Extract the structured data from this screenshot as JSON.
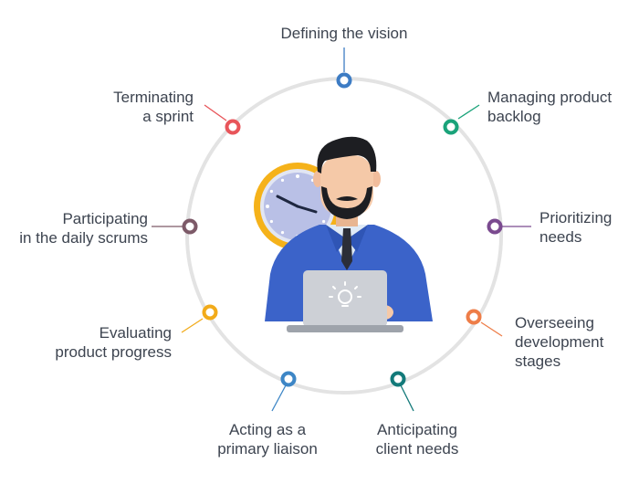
{
  "diagram": {
    "ring_color": "#e3e3e3",
    "nodes": [
      {
        "id": "vision",
        "label": "Defining the vision",
        "color": "#3d7cc4"
      },
      {
        "id": "backlog",
        "label": "Managing product\nbacklog",
        "color": "#1aa37a"
      },
      {
        "id": "prioritizing",
        "label": "Prioritizing\nneeds",
        "color": "#7a4a8f"
      },
      {
        "id": "overseeing",
        "label": "Overseeing\ndevelopment\nstages",
        "color": "#ee7d48"
      },
      {
        "id": "anticipating",
        "label": "Anticipating\nclient needs",
        "color": "#137a7a"
      },
      {
        "id": "liaison",
        "label": "Acting as a\nprimary liaison",
        "color": "#3d86c6"
      },
      {
        "id": "evaluating",
        "label": "Evaluating\nproduct progress",
        "color": "#f2ab1a"
      },
      {
        "id": "scrums",
        "label": "Participating\nin the daily scrums",
        "color": "#7d5a68"
      },
      {
        "id": "terminating",
        "label": "Terminating\na sprint",
        "color": "#e8555a"
      }
    ]
  },
  "illustration": {
    "name": "product owner with laptop and clock",
    "jacket_color": "#3b63c9",
    "clock_color": "#f5b21a"
  }
}
